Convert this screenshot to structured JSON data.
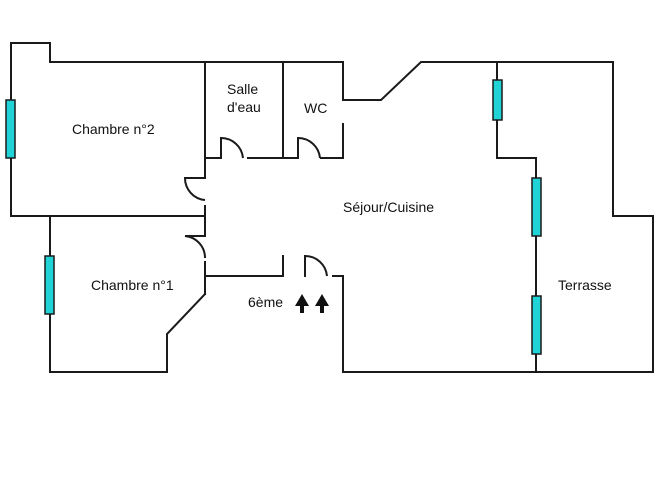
{
  "rooms": {
    "bedroom2": "Chambre n°2",
    "bathroom_line1": "Salle",
    "bathroom_line2": "d'eau",
    "wc": "WC",
    "living": "Séjour/Cuisine",
    "bedroom1": "Chambre n°1",
    "terrace": "Terrasse"
  },
  "stairs": {
    "label": "6ème",
    "icon": "up-arrow-icon"
  },
  "colors": {
    "wall": "#1a1a1a",
    "window": "#1fd3d6",
    "background": "#ffffff"
  }
}
